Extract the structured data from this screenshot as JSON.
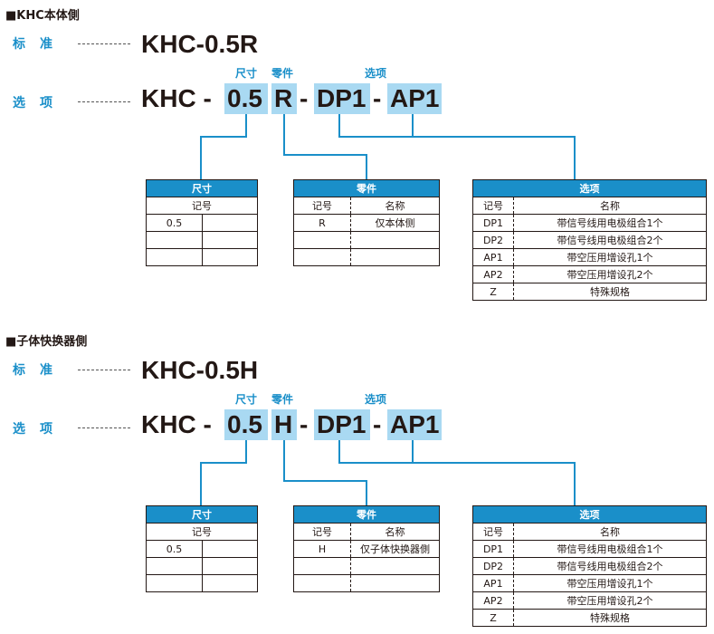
{
  "sections": [
    {
      "title": "■KHC本体側",
      "standard_label": "标　准",
      "standard_code": "KHC-0.5R",
      "option_label": "选　项",
      "option_code": {
        "prefix": "KHC -",
        "size": "0.5",
        "part": "R",
        "sep1": "-",
        "opt1": "DP1",
        "sep2": "-",
        "opt2": "AP1"
      },
      "top_labels": {
        "size": "尺寸",
        "part": "零件",
        "option": "选项"
      },
      "size_table": {
        "head": "尺寸",
        "col": "记号",
        "rows": [
          [
            "0.5",
            ""
          ],
          [
            "",
            ""
          ],
          [
            "",
            ""
          ]
        ]
      },
      "part_table": {
        "head": "零件",
        "col1": "记号",
        "col2": "名称",
        "rows": [
          [
            "R",
            "仅本体侧"
          ],
          [
            "",
            ""
          ],
          [
            "",
            ""
          ]
        ]
      },
      "option_table": {
        "head": "选项",
        "col1": "记号",
        "col2": "名称",
        "rows": [
          [
            "DP1",
            "带信号线用电极组合1个"
          ],
          [
            "DP2",
            "带信号线用电极组合2个"
          ],
          [
            "AP1",
            "带空压用增设孔1个"
          ],
          [
            "AP2",
            "带空压用增设孔2个"
          ],
          [
            "Z",
            "特殊规格"
          ]
        ]
      }
    },
    {
      "title": "■子体快换器側",
      "standard_label": "标　准",
      "standard_code": "KHC-0.5H",
      "option_label": "选　项",
      "option_code": {
        "prefix": "KHC -",
        "size": "0.5",
        "part": "H",
        "sep1": "-",
        "opt1": "DP1",
        "sep2": "-",
        "opt2": "AP1"
      },
      "top_labels": {
        "size": "尺寸",
        "part": "零件",
        "option": "选项"
      },
      "size_table": {
        "head": "尺寸",
        "col": "记号",
        "rows": [
          [
            "0.5",
            ""
          ],
          [
            "",
            ""
          ],
          [
            "",
            ""
          ]
        ]
      },
      "part_table": {
        "head": "零件",
        "col1": "记号",
        "col2": "名称",
        "rows": [
          [
            "H",
            "仅子体快换器側"
          ],
          [
            "",
            ""
          ],
          [
            "",
            ""
          ]
        ]
      },
      "option_table": {
        "head": "选项",
        "col1": "记号",
        "col2": "名称",
        "rows": [
          [
            "DP1",
            "带信号线用电极组合1个"
          ],
          [
            "DP2",
            "带信号线用电极组合2个"
          ],
          [
            "AP1",
            "带空压用增设孔1个"
          ],
          [
            "AP2",
            "带空压用增设孔2个"
          ],
          [
            "Z",
            "特殊规格"
          ]
        ]
      }
    }
  ],
  "colors": {
    "accent": "#1a8fc9",
    "highlight": "#a9d9f2",
    "text": "#231815"
  }
}
